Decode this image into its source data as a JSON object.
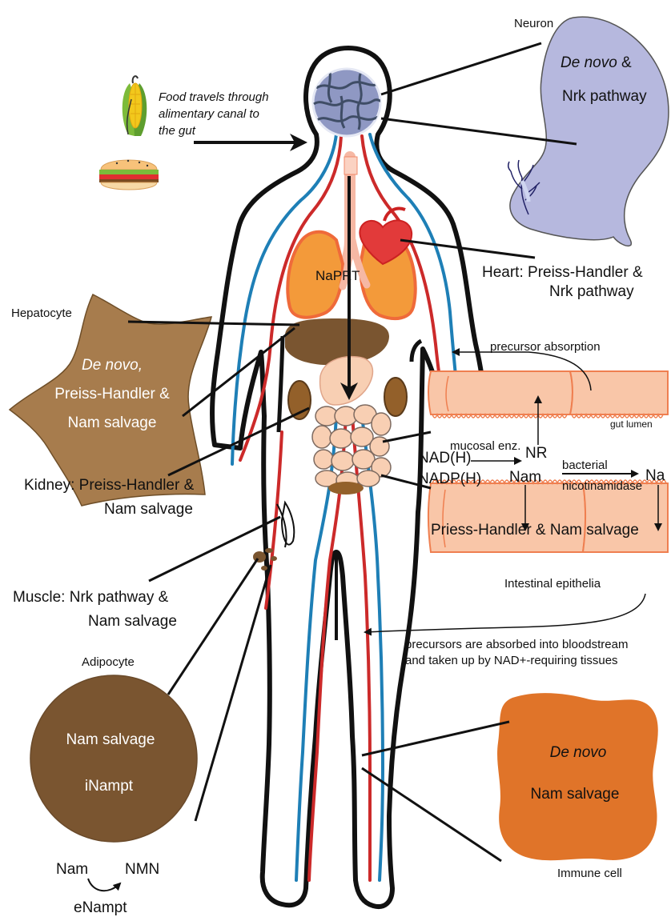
{
  "food": {
    "caption_lines": [
      "Food travels through",
      "alimentary canal to",
      "the gut"
    ]
  },
  "neuron": {
    "title": "Neuron",
    "pathway_italic": "De novo",
    "pathway_rest": " &",
    "pathway_line2": "Nrk pathway"
  },
  "heart": {
    "label_line1": "Heart: Preiss-Handler &",
    "label_line2": "Nrk pathway"
  },
  "lung": {
    "enzyme": "NaPRT"
  },
  "hepatocyte": {
    "title": "Hepatocyte",
    "line1": "De novo,",
    "line2": "Preiss-Handler &",
    "line3": "Nam salvage"
  },
  "kidney": {
    "label_line1": "Kidney:  Preiss-Handler &",
    "label_line2": "Nam salvage"
  },
  "muscle": {
    "label_line1": "Muscle: Nrk pathway &",
    "label_line2": "Nam salvage"
  },
  "adipocyte": {
    "title": "Adipocyte",
    "line1": "Nam salvage",
    "line2": "iNampt",
    "reaction_from": "Nam",
    "reaction_to": "NMN",
    "reaction_enzyme": "eNampt"
  },
  "gut": {
    "precursor_absorption": "precursor absorption",
    "mucosal_enzymes": "mucosal enz.",
    "gut_lumen": "gut lumen",
    "nad": "NAD(H)",
    "nadp": "NADP(H)",
    "nr": "NR",
    "nam": "Nam",
    "na": "Na",
    "bacterial": "bacterial",
    "nicotinamidase": "nicotinamidase",
    "epithelia_pathways": "Priess-Handler & Nam salvage",
    "epithelia_label": "Intestinal epithelia",
    "bloodstream_line1": "precursors are absorbed into bloodstream",
    "bloodstream_line2": "and taken up by NAD+-requiring tissues"
  },
  "immune": {
    "title": "Immune cell",
    "line1": "De novo",
    "line2": "Nam salvage"
  },
  "colors": {
    "vein": "#1e7fb6",
    "artery": "#cc2a2a",
    "lung": "#f39a3a",
    "liver": "#7a5530",
    "kidney": "#93602a",
    "intestine": "#f8cfb3",
    "gut_wall": "#f9c6a8",
    "gut_border": "#ef7f50",
    "neuron": "#b6b8de",
    "hepatocyte": "#a77c4d",
    "adipocyte": "#7a5530",
    "immune": "#e07429",
    "brain": "#8f98c3"
  }
}
